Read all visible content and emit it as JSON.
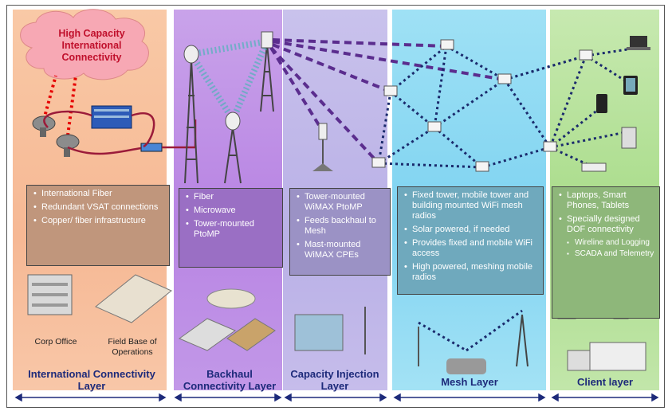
{
  "cloud": {
    "label": "High Capacity International Connectivity"
  },
  "international": {
    "bullets": [
      "International Fiber",
      "Redundant VSAT connections",
      "Copper/ fiber infrastructure"
    ],
    "captions": {
      "corp": "Corp Office",
      "field": "Field Base of Operations"
    },
    "title": "International Connectivity Layer"
  },
  "backhaul": {
    "bullets": [
      "Fiber",
      "Microwave",
      "Tower-mounted PtoMP"
    ],
    "title": "Backhaul Connectivity Layer"
  },
  "injection": {
    "bullets": [
      "Tower-mounted WiMAX PtoMP",
      "Feeds backhaul to Mesh",
      "Mast-mounted WiMAX CPEs"
    ],
    "title": "Capacity Injection Layer"
  },
  "mesh": {
    "bullets": [
      "Fixed tower, mobile tower and building mounted WiFi mesh radios",
      "Solar powered, if needed",
      "Provides fixed and mobile WiFi access",
      "High powered, meshing mobile radios"
    ],
    "title": "Mesh Layer"
  },
  "client": {
    "bullets": [
      "Laptops, Smart Phones, Tablets",
      "Specially designed DOF connectivity"
    ],
    "sub_bullets": [
      "Wireline and Logging",
      "SCADA and Telemetry"
    ],
    "title": "Client layer"
  },
  "colors": {
    "title_text": "#1d2a7a",
    "cloud_text": "#c0102c",
    "link_purple": "#5b2d8e",
    "mesh_dots": "#1a2a6c"
  }
}
